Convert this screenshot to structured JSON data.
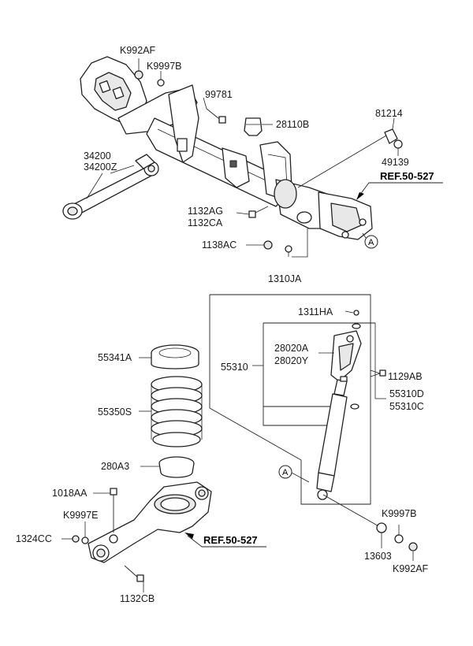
{
  "labels": {
    "k992af_top": "K992AF",
    "k9997b_top": "K9997B",
    "p99781": "99781",
    "p28110b": "28110B",
    "p81214": "81214",
    "p49139": "49139",
    "p34200": "34200",
    "p34200z": "34200Z",
    "ref_top": "REF.50-527",
    "p1132ag": "1132AG",
    "p1132ca": "1132CA",
    "p1138ac": "1138AC",
    "p1310ja": "1310JA",
    "circle_a_top": "A",
    "p1311ha": "1311HA",
    "p28020a": "28020A",
    "p28020y": "28020Y",
    "p55310": "55310",
    "p1129ab": "1129AB",
    "p55310d": "55310D",
    "p55310c": "55310C",
    "circle_a_bottom": "A",
    "p55341a": "55341A",
    "p55350s": "55350S",
    "p280a3": "280A3",
    "p1018aa": "1018AA",
    "k9997e": "K9997E",
    "p1324cc": "1324CC",
    "ref_bottom": "REF.50-527",
    "p1132cb": "1132CB",
    "k9997b_bottom": "K9997B",
    "p13603": "13603",
    "k992af_bottom": "K992AF"
  }
}
